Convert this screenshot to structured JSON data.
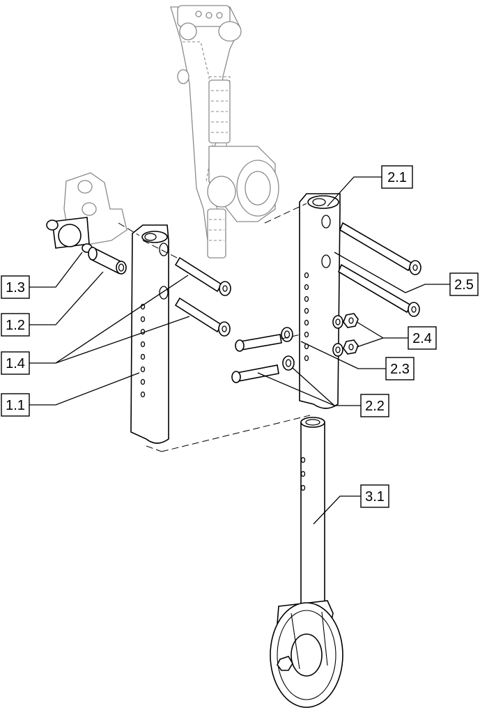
{
  "labels": {
    "l_1_1": "1.1",
    "l_1_2": "1.2",
    "l_1_3": "1.3",
    "l_1_4": "1.4",
    "l_2_1": "2.1",
    "l_2_2": "2.2",
    "l_2_3": "2.3",
    "l_2_4": "2.4",
    "l_2_5": "2.5",
    "l_3_1": "3.1"
  },
  "colors": {
    "line": "#000000",
    "ghost": "#8a8a8a",
    "background": "#ffffff"
  }
}
